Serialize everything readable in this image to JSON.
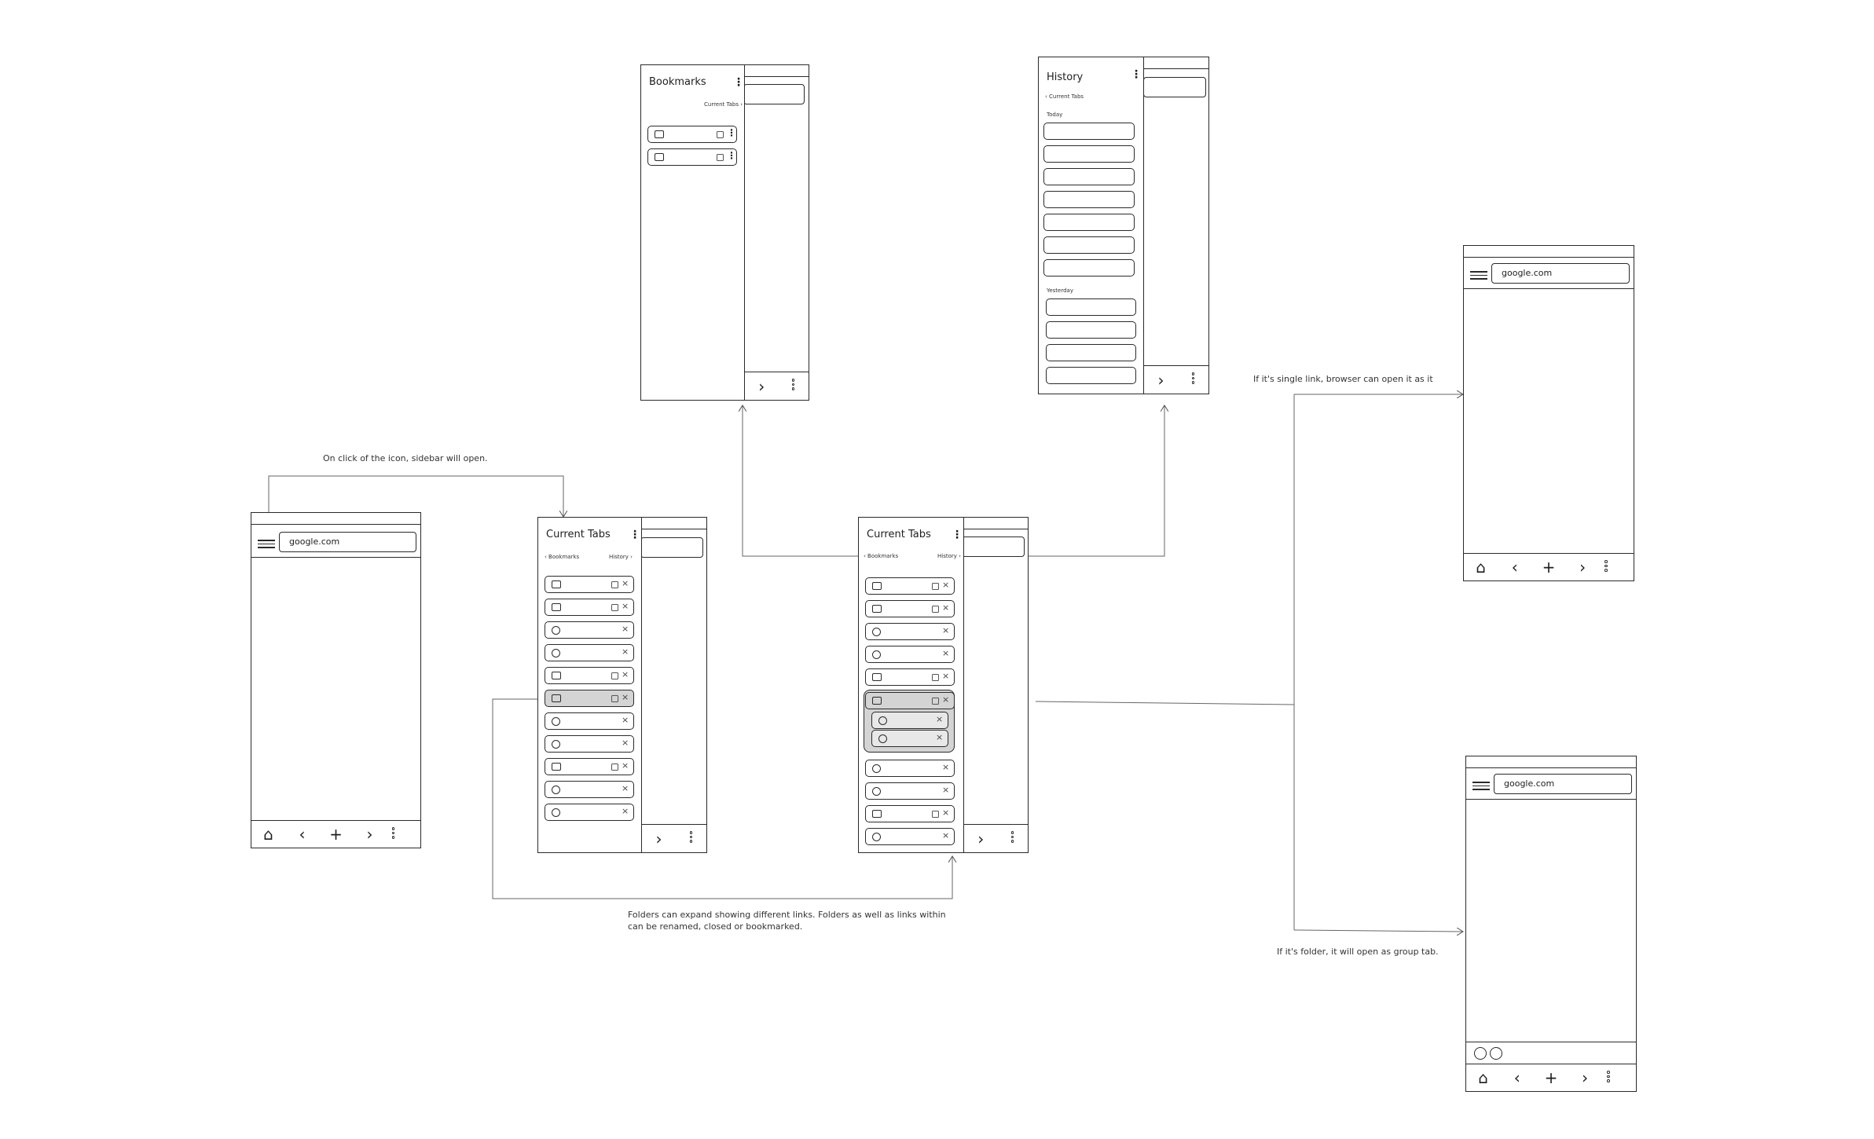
{
  "notes": {
    "sidebar_open": "On click of the icon, sidebar will open.",
    "folders_expand": "Folders can expand showing different links. Folders as well as links within can be renamed, closed or bookmarked.",
    "single_link": "If it's single link, browser can open it as it",
    "folder_group": "If it's folder, it will open as group tab."
  },
  "browser": {
    "url": "google.com"
  },
  "current_tabs": {
    "title": "Current Tabs",
    "nav_left": "Bookmarks",
    "nav_right": "History"
  },
  "bookmarks": {
    "title": "Bookmarks",
    "nav_right": "Current Tabs"
  },
  "history": {
    "title": "History",
    "nav_left": "Current Tabs",
    "section_today": "Today",
    "section_yesterday": "Yesterday"
  },
  "icons": {
    "menu": "hamburger-icon",
    "home": "home-icon",
    "back": "chevron-left-icon",
    "new_tab": "plus-icon",
    "forward": "chevron-right-icon",
    "more": "kebab-icon"
  }
}
